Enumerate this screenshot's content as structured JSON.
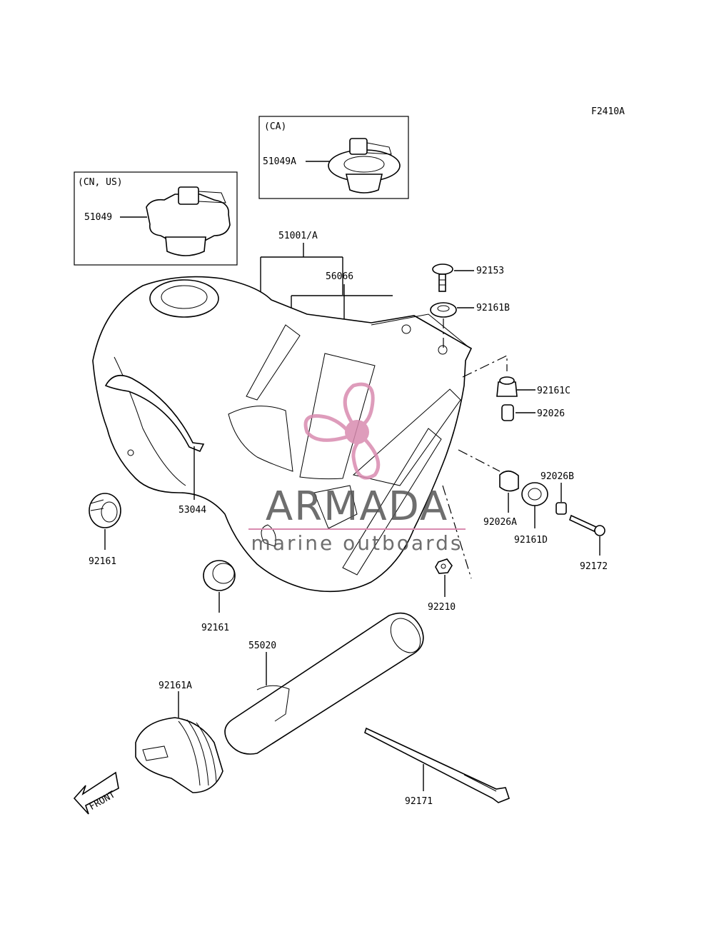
{
  "figure_code": "F2410A",
  "variant_boxes": {
    "ca": {
      "label": "(CA)",
      "part": "51049A"
    },
    "cn_us": {
      "label": "(CN, US)",
      "part": "51049"
    }
  },
  "callouts": {
    "p51001A": "51001/A",
    "p56066": "56066",
    "p53044": "53044",
    "p92153": "92153",
    "p92161B": "92161B",
    "p92161C": "92161C",
    "p92026": "92026",
    "p92026B": "92026B",
    "p92026A": "92026A",
    "p92161D": "92161D",
    "p92172": "92172",
    "p92210": "92210",
    "p92161_left": "92161",
    "p92161_mid": "92161",
    "p55020": "55020",
    "p92161A": "92161A",
    "p92171": "92171"
  },
  "front_arrow_label": "FRONT",
  "watermark": {
    "brand": "ARMADA",
    "tagline": "marine outboards",
    "color": "#d98bb0"
  }
}
